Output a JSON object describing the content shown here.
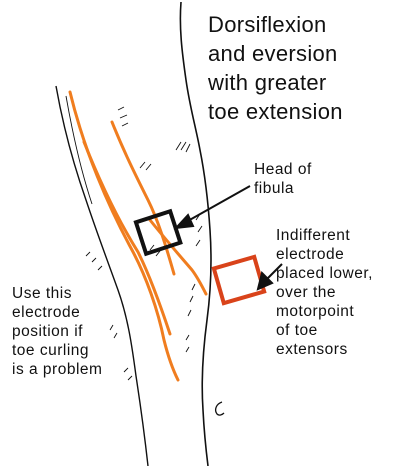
{
  "title": "Dorsiflexion\nand eversion\nwith greater\ntoe extension",
  "labels": {
    "head_of_fibula": "Head of\nfibula",
    "indifferent_electrode": "Indifferent\nelectrode\nplaced lower,\nover the\nmotorpoint\nof toe\nextensors",
    "use_this": "Use this\nelectrode\nposition if\ntoe curling\nis a problem"
  },
  "colors": {
    "outline": "#111111",
    "tendon": "#f07d1f",
    "indifferent_electrode": "#d9431a",
    "active_electrode": "#111111"
  }
}
